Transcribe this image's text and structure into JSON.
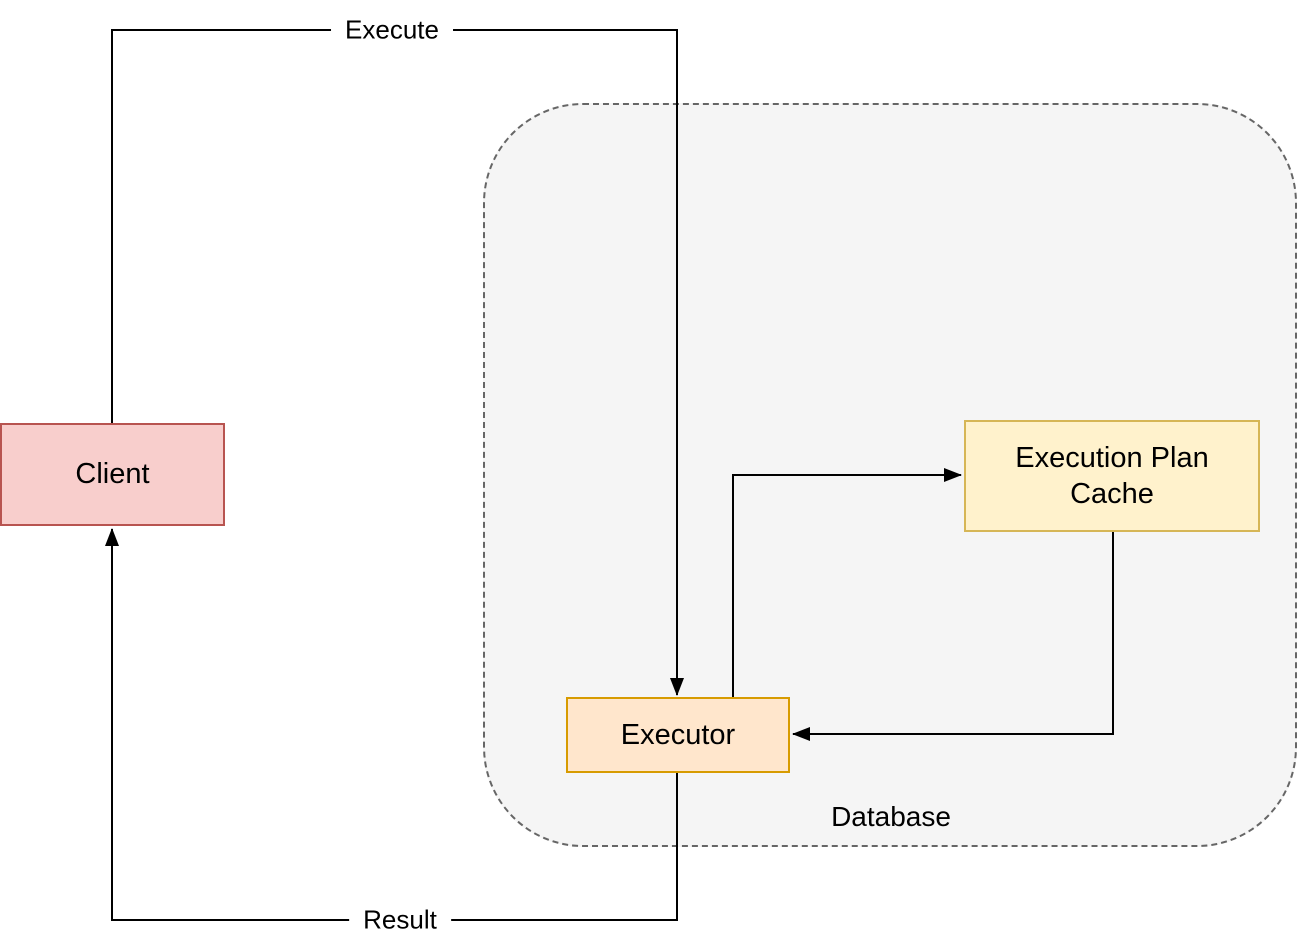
{
  "diagram": {
    "nodes": {
      "client": {
        "label": "Client"
      },
      "executor": {
        "label": "Executor"
      },
      "plan_cache": {
        "label": "Execution Plan Cache"
      },
      "database": {
        "label": "Database"
      }
    },
    "edges": {
      "execute": {
        "label": "Execute",
        "from": "Client",
        "to": "Executor"
      },
      "executor_to_cache": {
        "label": "",
        "from": "Executor",
        "to": "Execution Plan Cache"
      },
      "cache_to_executor": {
        "label": "",
        "from": "Execution Plan Cache",
        "to": "Executor"
      },
      "result": {
        "label": "Result",
        "from": "Executor",
        "to": "Client"
      }
    },
    "colors": {
      "client_fill": "#f8cecc",
      "client_stroke": "#b85450",
      "executor_fill": "#ffe6cc",
      "executor_stroke": "#d79b00",
      "plan_cache_fill": "#fff2cc",
      "plan_cache_stroke": "#d6b656",
      "database_fill": "#f5f5f5",
      "database_stroke": "#666666",
      "connector": "#000000",
      "background": "#ffffff"
    }
  }
}
